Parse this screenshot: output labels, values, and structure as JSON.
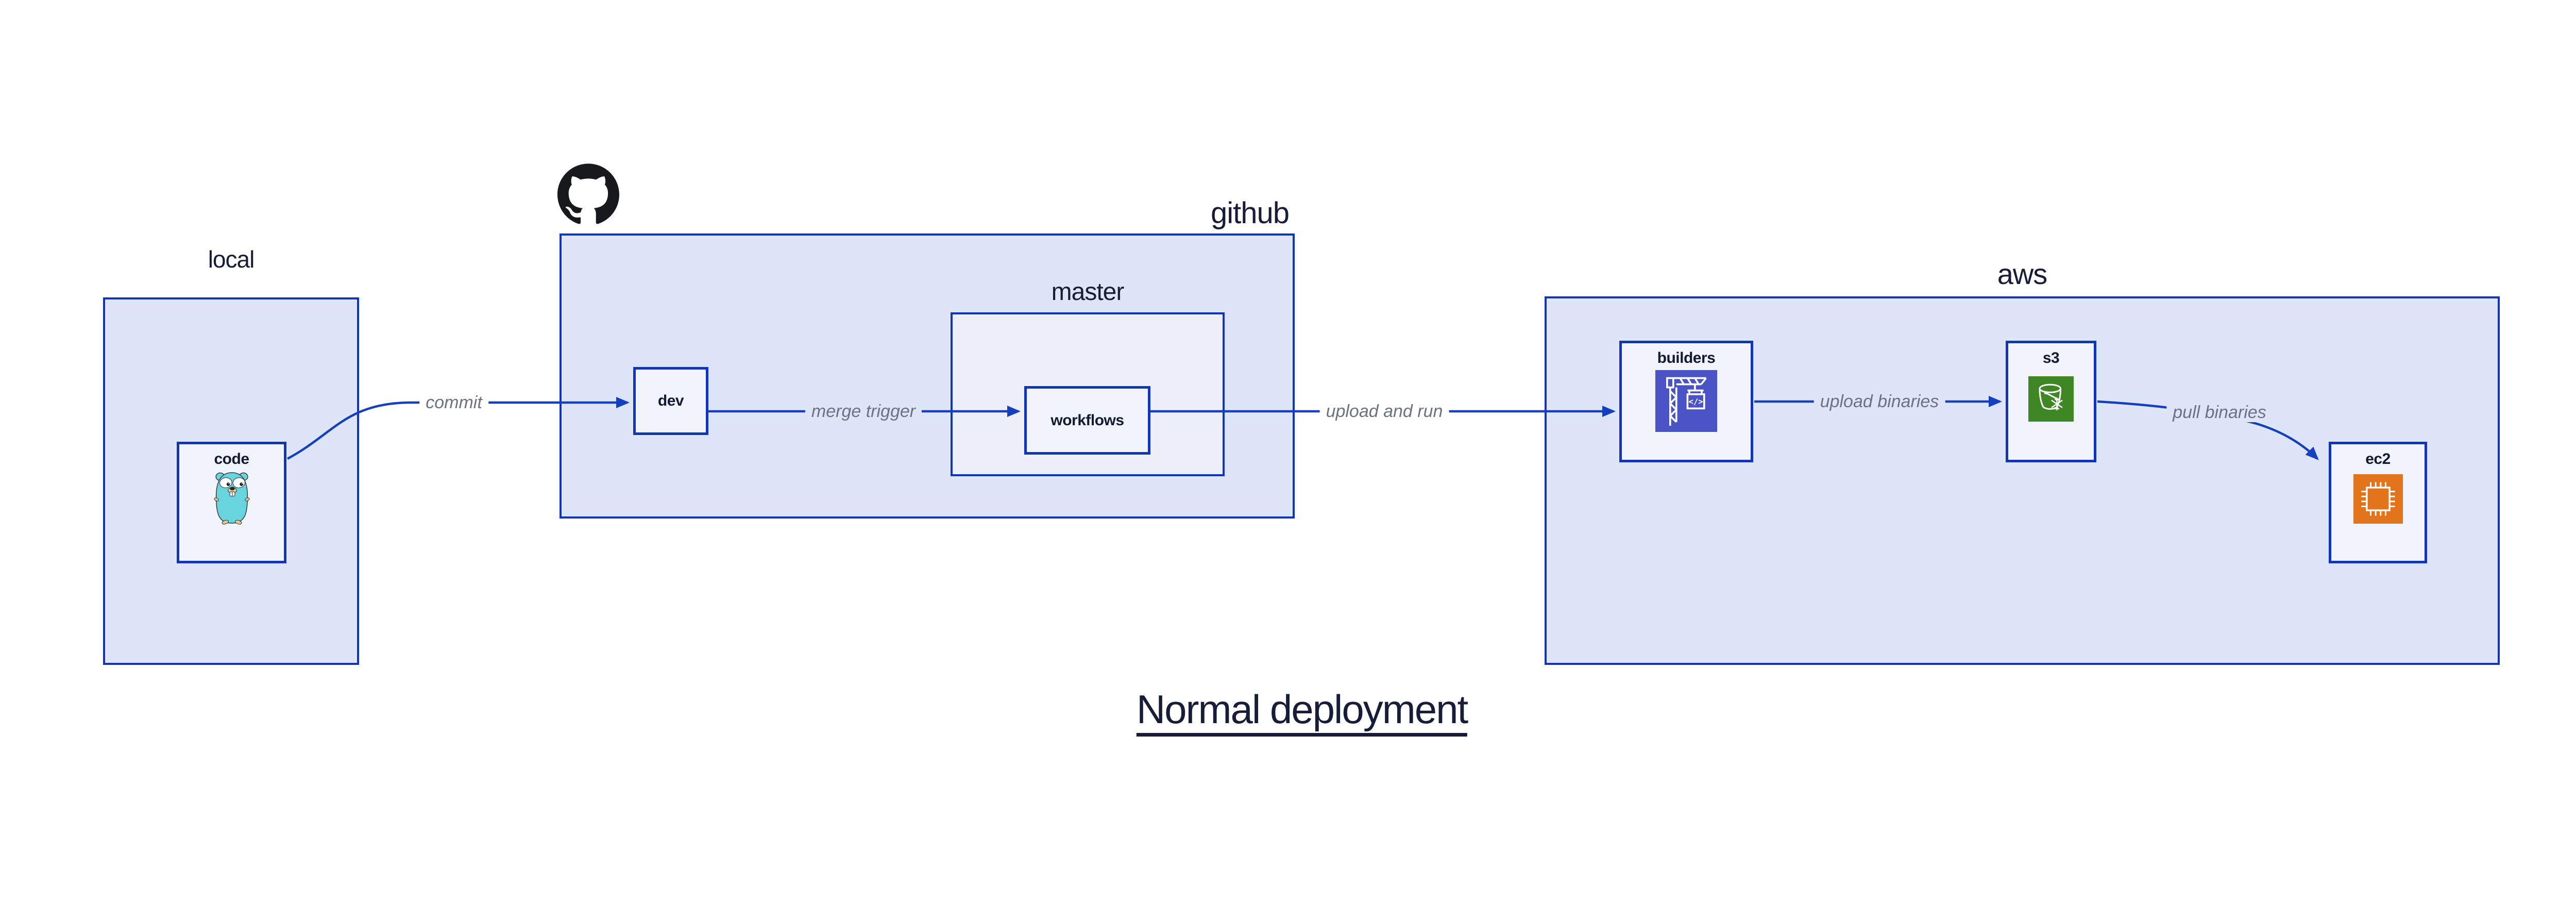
{
  "title": {
    "text": "Normal deployment"
  },
  "groups": {
    "local": {
      "label": "local"
    },
    "github": {
      "label": "github",
      "logo_icon": "github-octocat-icon"
    },
    "master": {
      "label": "master"
    },
    "aws": {
      "label": "aws"
    }
  },
  "nodes": {
    "code": {
      "label": "code",
      "icon": "go-gopher-icon"
    },
    "dev": {
      "label": "dev"
    },
    "workflows": {
      "label": "workflows"
    },
    "builders": {
      "label": "builders",
      "icon": "codebuild-crane-icon",
      "icon_bg": "#4a53c6"
    },
    "s3": {
      "label": "s3",
      "icon": "s3-bucket-snowflake-icon",
      "icon_bg": "#3f8624"
    },
    "ec2": {
      "label": "ec2",
      "icon": "ec2-chip-icon",
      "icon_bg": "#e2741c"
    }
  },
  "edges": [
    {
      "id": "commit",
      "label": "commit",
      "from": "code",
      "to": "dev"
    },
    {
      "id": "merge-trigger",
      "label": "merge trigger",
      "from": "dev",
      "to": "workflows"
    },
    {
      "id": "upload-and-run",
      "label": "upload and run",
      "from": "workflows",
      "to": "builders"
    },
    {
      "id": "upload-binaries",
      "label": "upload binaries",
      "from": "builders",
      "to": "s3"
    },
    {
      "id": "pull-binaries",
      "label": "pull binaries",
      "from": "s3",
      "to": "ec2"
    }
  ],
  "colors": {
    "canvas_bg": "#ffffff",
    "group_fill": "#dfe5f8",
    "master_fill": "#edf0fb",
    "node_fill": "#f1f4fd",
    "border_blue": "#1135b4",
    "arrow_blue": "#1440bd",
    "text_navy": "#171c38",
    "edge_label_gray": "#6b7280",
    "codebuild_purple": "#4a53c6",
    "s3_green": "#3f8624",
    "ec2_orange": "#e2741c",
    "github_black": "#17191d",
    "gopher_cyan": "#67d4de"
  }
}
